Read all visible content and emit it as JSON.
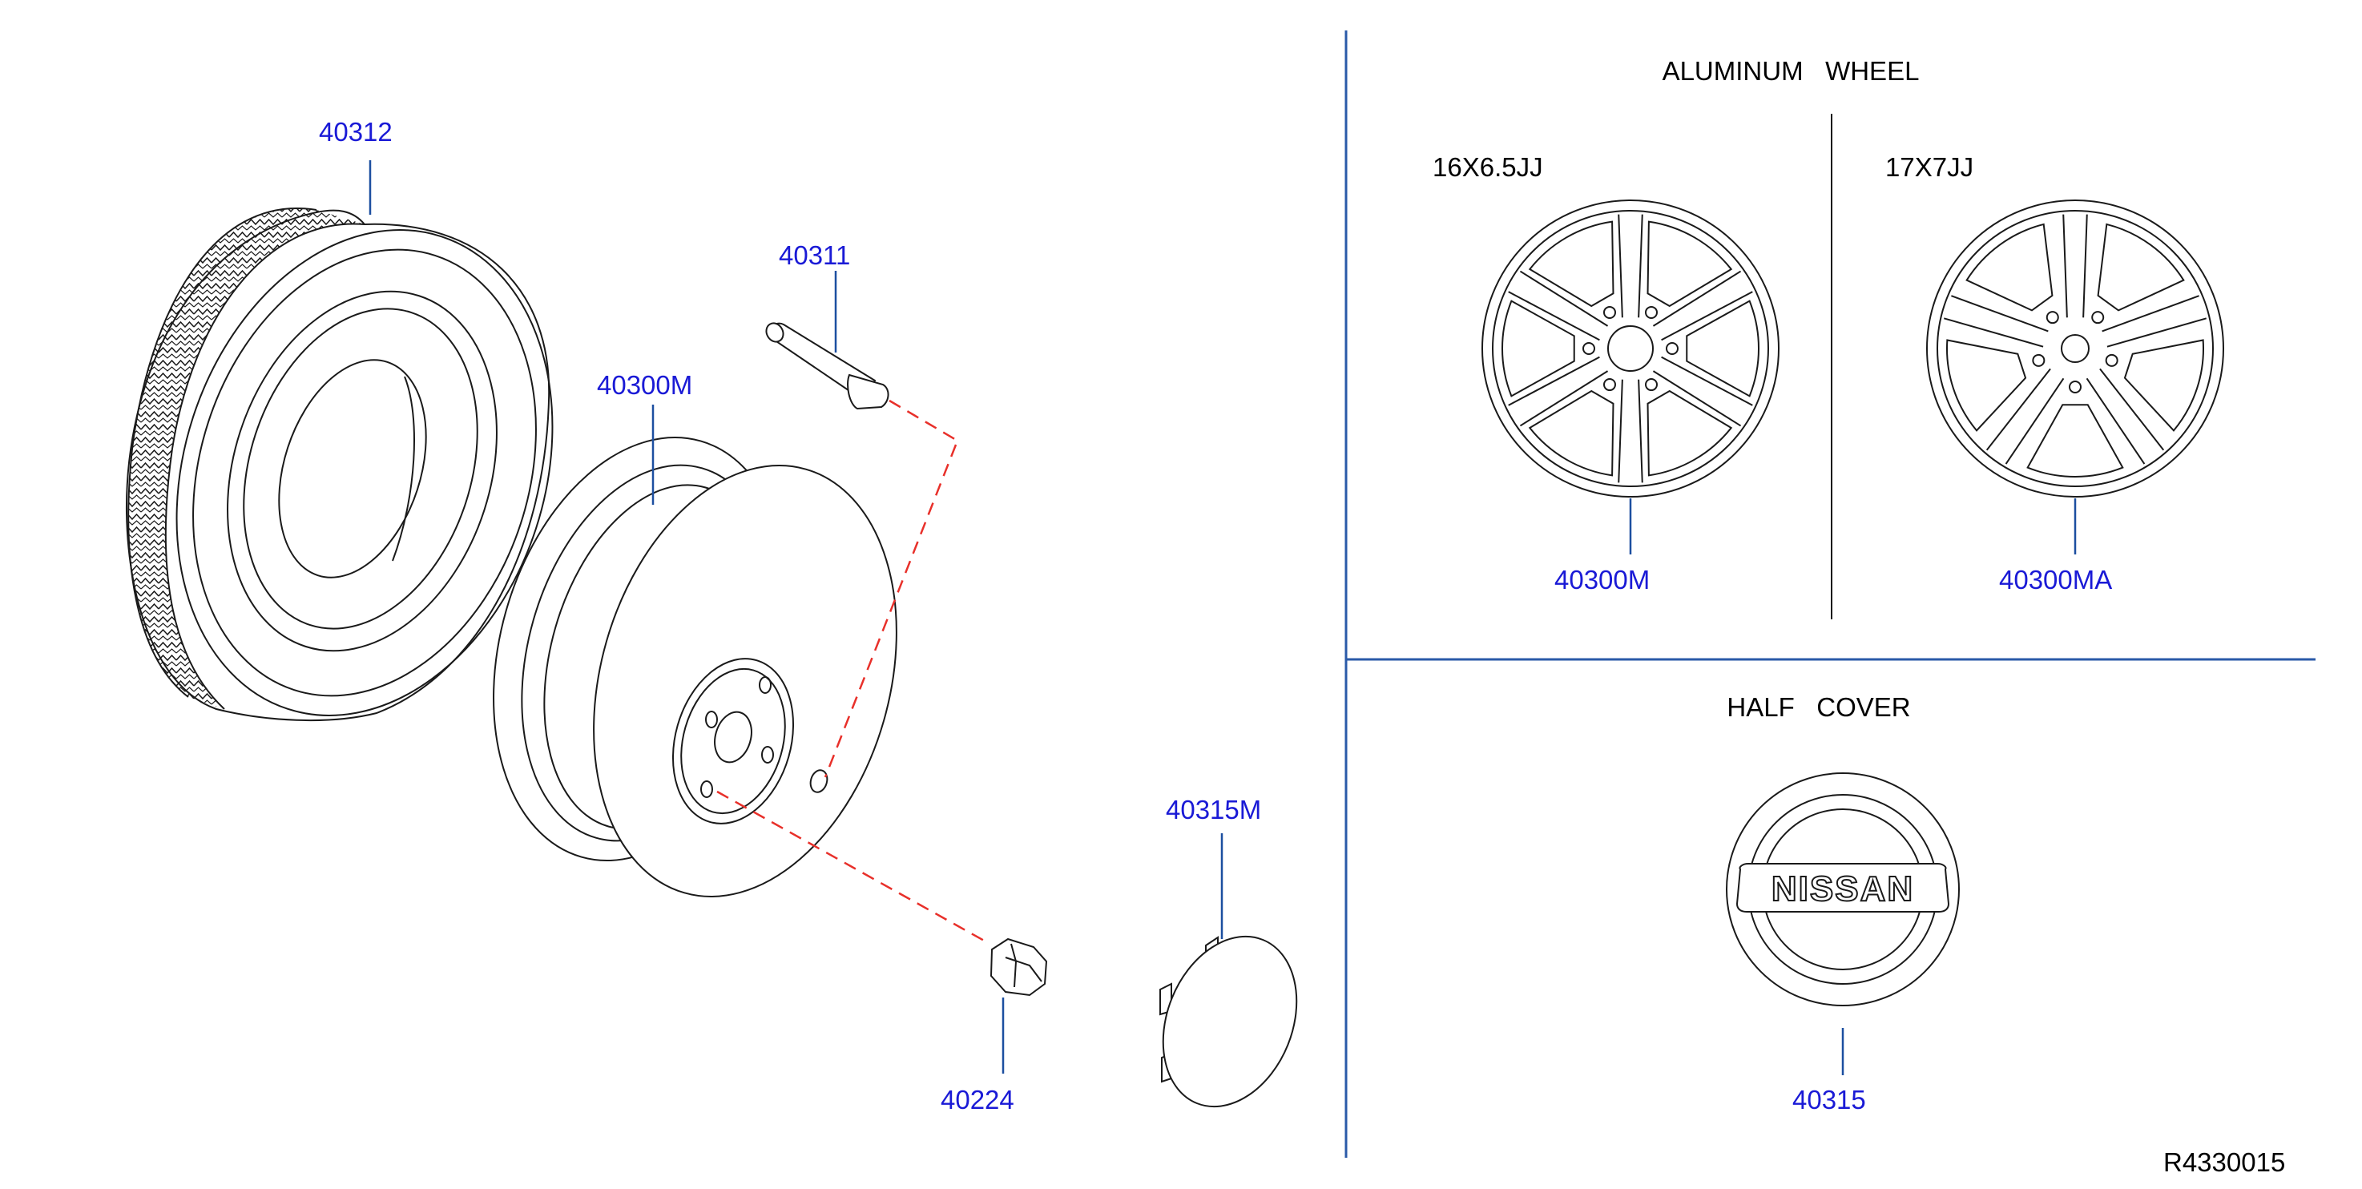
{
  "parts": {
    "tire": "40312",
    "valve": "40311",
    "steel_wheel": "40300M",
    "nut": "40224",
    "center_cap": "40315M",
    "alloy_wheel_16": "40300M",
    "alloy_wheel_17": "40300MA",
    "half_cover": "40315"
  },
  "sections": {
    "aluminum_wheel": "ALUMINUM   WHEEL",
    "half_cover": "HALF   COVER"
  },
  "sizes": {
    "wheel_16": "16X6.5JJ",
    "wheel_17": "17X7JJ"
  },
  "emblem_text": "NISSAN",
  "diagram_code": "R4330015",
  "colors": {
    "part_label": "#1a1ad6",
    "leader_line": "#1c4fa0",
    "phantom_line": "#e8302a",
    "divider": "#2a5aa8"
  }
}
